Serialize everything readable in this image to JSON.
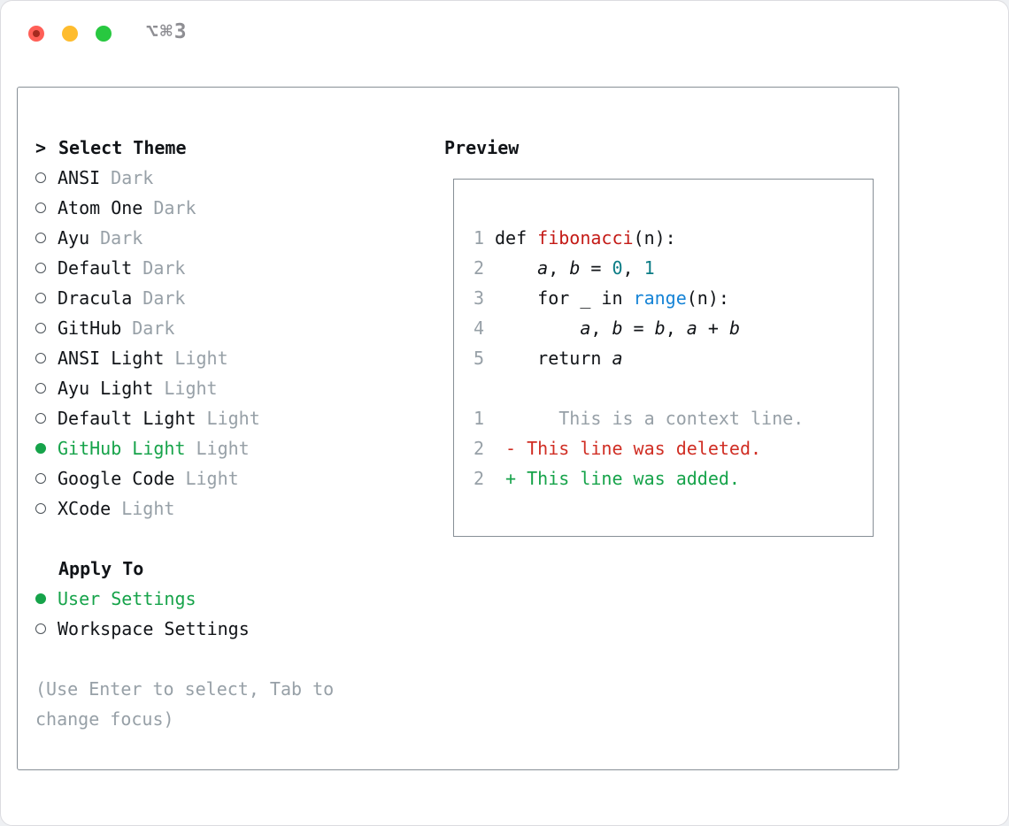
{
  "window": {
    "shortcut_label": "⌥⌘3",
    "traffic_lights": [
      "close",
      "minimize",
      "zoom"
    ]
  },
  "theme_selector": {
    "title_prefix": ">",
    "title": "Select Theme",
    "items": [
      {
        "name": "ANSI",
        "variant": "Dark",
        "selected": false
      },
      {
        "name": "Atom One",
        "variant": "Dark",
        "selected": false
      },
      {
        "name": "Ayu",
        "variant": "Dark",
        "selected": false
      },
      {
        "name": "Default",
        "variant": "Dark",
        "selected": false
      },
      {
        "name": "Dracula",
        "variant": "Dark",
        "selected": false
      },
      {
        "name": "GitHub",
        "variant": "Dark",
        "selected": false
      },
      {
        "name": "ANSI Light",
        "variant": "Light",
        "selected": false
      },
      {
        "name": "Ayu Light",
        "variant": "Light",
        "selected": false
      },
      {
        "name": "Default Light",
        "variant": "Light",
        "selected": false
      },
      {
        "name": "GitHub Light",
        "variant": "Light",
        "selected": true
      },
      {
        "name": "Google Code",
        "variant": "Light",
        "selected": false
      },
      {
        "name": "XCode",
        "variant": "Light",
        "selected": false
      }
    ]
  },
  "apply_to": {
    "title": "Apply To",
    "items": [
      {
        "label": "User Settings",
        "selected": true
      },
      {
        "label": "Workspace Settings",
        "selected": false
      }
    ]
  },
  "hint": "(Use Enter to select, Tab to\nchange focus)",
  "preview": {
    "title": "Preview",
    "code_lines": [
      {
        "num": "1",
        "tokens": [
          {
            "t": "def ",
            "s": "p"
          },
          {
            "t": "fibonacci",
            "s": "fn"
          },
          {
            "t": "(n):",
            "s": "p"
          }
        ]
      },
      {
        "num": "2",
        "tokens": [
          {
            "t": "    ",
            "s": "p"
          },
          {
            "t": "a",
            "s": "v"
          },
          {
            "t": ", ",
            "s": "p"
          },
          {
            "t": "b",
            "s": "v"
          },
          {
            "t": " = ",
            "s": "p"
          },
          {
            "t": "0",
            "s": "num"
          },
          {
            "t": ", ",
            "s": "p"
          },
          {
            "t": "1",
            "s": "num"
          }
        ]
      },
      {
        "num": "3",
        "tokens": [
          {
            "t": "    for _ in ",
            "s": "p"
          },
          {
            "t": "range",
            "s": "bi"
          },
          {
            "t": "(n):",
            "s": "p"
          }
        ]
      },
      {
        "num": "4",
        "tokens": [
          {
            "t": "        ",
            "s": "p"
          },
          {
            "t": "a",
            "s": "v"
          },
          {
            "t": ", ",
            "s": "p"
          },
          {
            "t": "b",
            "s": "v"
          },
          {
            "t": " = ",
            "s": "p"
          },
          {
            "t": "b",
            "s": "v"
          },
          {
            "t": ", ",
            "s": "p"
          },
          {
            "t": "a",
            "s": "v"
          },
          {
            "t": " + ",
            "s": "p"
          },
          {
            "t": "b",
            "s": "v"
          }
        ]
      },
      {
        "num": "5",
        "tokens": [
          {
            "t": "    return ",
            "s": "p"
          },
          {
            "t": "a",
            "s": "v"
          }
        ]
      }
    ],
    "diff_lines": [
      {
        "num": "1",
        "text": "      This is a context line.",
        "type": "context"
      },
      {
        "num": "2",
        "text": " - This line was deleted.",
        "type": "deleted"
      },
      {
        "num": "2",
        "text": " + This line was added.",
        "type": "added"
      }
    ]
  },
  "colors": {
    "accent_green": "#16a34a",
    "muted_gray": "#97a0a7",
    "text_black": "#111418",
    "border_gray": "#878f96",
    "syntax_function_red": "#c41a16",
    "syntax_number_teal": "#0b7c85",
    "syntax_builtin_blue": "#1583d6",
    "diff_deleted_red": "#d02e24",
    "diff_added_green": "#16a34a",
    "traffic_red": "#ff5f57",
    "traffic_yellow": "#febc2e",
    "traffic_green": "#28c840"
  }
}
